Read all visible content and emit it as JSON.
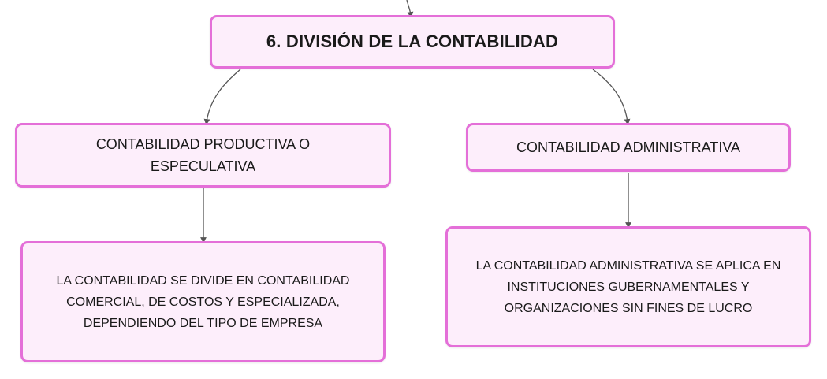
{
  "diagram": {
    "title": "6. DIVISIÓN DE LA CONTABILIDAD",
    "branches": [
      {
        "label": "CONTABILIDAD PRODUCTIVA O ESPECULATIVA",
        "description": "LA CONTABILIDAD SE DIVIDE EN CONTABILIDAD COMERCIAL, DE COSTOS Y ESPECIALIZADA, DEPENDIENDO DEL TIPO DE EMPRESA"
      },
      {
        "label": "CONTABILIDAD ADMINISTRATIVA",
        "description": "LA CONTABILIDAD ADMINISTRATIVA SE APLICA EN INSTITUCIONES GUBERNAMENTALES Y ORGANIZACIONES SIN FINES DE LUCRO"
      }
    ]
  },
  "colors": {
    "node_fill": "#fdeefb",
    "node_border": "#e46fd8",
    "connector": "#555555"
  }
}
